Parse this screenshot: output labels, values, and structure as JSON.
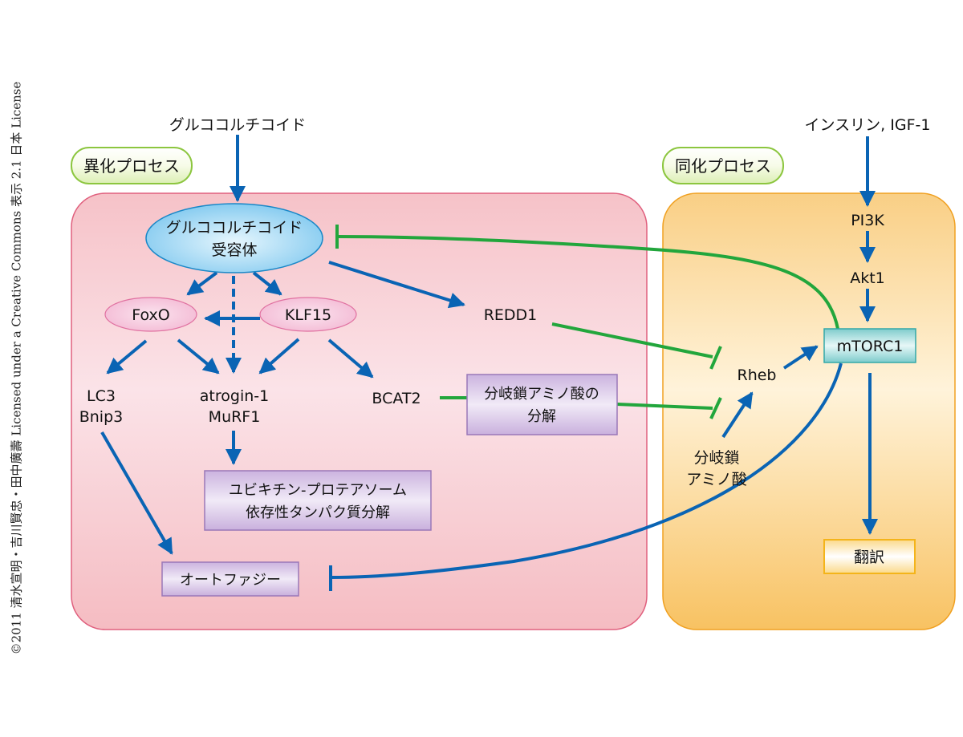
{
  "copyright": "©2011 清水宣明・吉川賢忠・田中廣壽 Licensed under a Creative Commons 表示 2.1 日本 License",
  "colors": {
    "arrow_blue": "#0a64b4",
    "inhibit_green": "#22a63c",
    "catabolic_panel": "#f6c4c9",
    "catabolic_border": "#e0607e",
    "anabolic_panel": "#fbd48e",
    "anabolic_border": "#f0a020",
    "pill_green": "#8cc63f",
    "purple_box": "#d9c6e8",
    "receptor_blue": "#8ccff2",
    "mtorc_teal": "#8fd3d3"
  },
  "inputs": {
    "glucocorticoid": "グルココルチコイド",
    "insulin": "インスリン, IGF-1"
  },
  "panels": {
    "catabolic": {
      "label": "異化プロセス"
    },
    "anabolic": {
      "label": "同化プロセス"
    }
  },
  "nodes": {
    "receptor": {
      "line1": "グルココルチコイド",
      "line2": "受容体"
    },
    "foxo": "FoxO",
    "klf15": "KLF15",
    "redd1": "REDD1",
    "lc3": "LC3",
    "bnip3": "Bnip3",
    "atrogin": "atrogin-1",
    "murf1": "MuRF1",
    "bcat2": "BCAT2",
    "bcaa_degradation": {
      "line1": "分岐鎖アミノ酸の",
      "line2": "分解"
    },
    "ubiquitin": {
      "line1": "ユビキチン-プロテアソーム",
      "line2": "依存性タンパク質分解"
    },
    "autophagy": "オートファジー",
    "pi3k": "PI3K",
    "akt1": "Akt1",
    "mtorc1": "mTORC1",
    "rheb": "Rheb",
    "bcaa": {
      "line1": "分岐鎖",
      "line2": "アミノ酸"
    },
    "translation": "翻訳"
  },
  "edges": [
    {
      "from": "glucocorticoid",
      "to": "receptor",
      "type": "activation"
    },
    {
      "from": "receptor",
      "to": "foxo",
      "type": "activation"
    },
    {
      "from": "receptor",
      "to": "klf15",
      "type": "activation"
    },
    {
      "from": "receptor",
      "to": "atrogin-1/MuRF1",
      "type": "activation-dashed"
    },
    {
      "from": "receptor",
      "to": "redd1",
      "type": "activation"
    },
    {
      "from": "klf15",
      "to": "foxo",
      "type": "activation"
    },
    {
      "from": "foxo",
      "to": "LC3/Bnip3",
      "type": "activation"
    },
    {
      "from": "foxo",
      "to": "atrogin-1/MuRF1",
      "type": "activation"
    },
    {
      "from": "klf15",
      "to": "atrogin-1/MuRF1",
      "type": "activation"
    },
    {
      "from": "klf15",
      "to": "bcat2",
      "type": "activation"
    },
    {
      "from": "atrogin-1/MuRF1",
      "to": "ubiquitin",
      "type": "activation"
    },
    {
      "from": "LC3/Bnip3",
      "to": "autophagy",
      "type": "activation"
    },
    {
      "from": "redd1",
      "to": "rheb",
      "type": "inhibition"
    },
    {
      "from": "bcat2",
      "to": "rheb",
      "type": "inhibition",
      "via": "bcaa_degradation"
    },
    {
      "from": "bcaa",
      "to": "rheb",
      "type": "activation"
    },
    {
      "from": "rheb",
      "to": "mtorc1",
      "type": "activation"
    },
    {
      "from": "insulin",
      "to": "pi3k",
      "type": "activation"
    },
    {
      "from": "pi3k",
      "to": "akt1",
      "type": "activation"
    },
    {
      "from": "akt1",
      "to": "mtorc1",
      "type": "activation"
    },
    {
      "from": "mtorc1",
      "to": "translation",
      "type": "activation"
    },
    {
      "from": "mtorc1",
      "to": "receptor",
      "type": "inhibition"
    },
    {
      "from": "mtorc1",
      "to": "autophagy",
      "type": "inhibition"
    }
  ]
}
